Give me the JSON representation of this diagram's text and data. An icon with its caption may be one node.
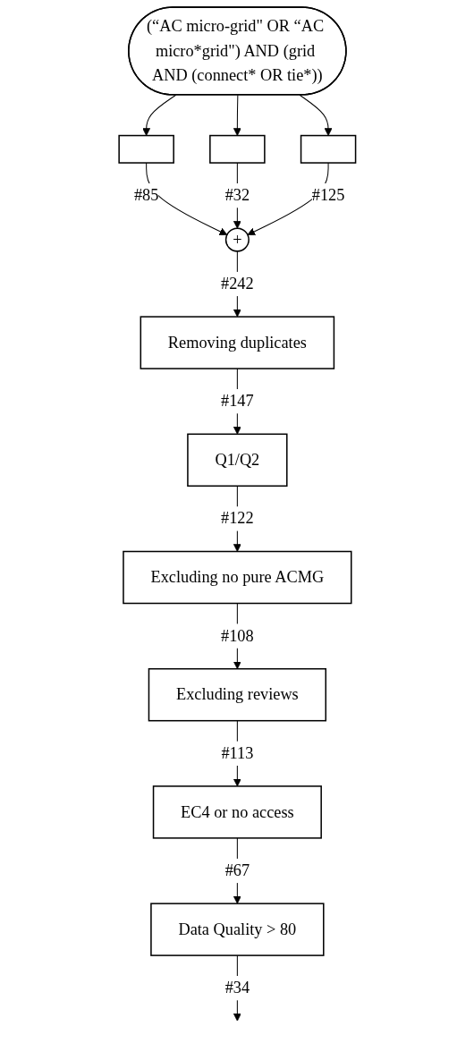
{
  "diagram": {
    "nodes": [
      {
        "text": [
          "(“AC micro-grid\" OR “AC micro*grid\") AND (grid AND (connect* OR tie*))"
        ]
      },
      {
        "text": [],
        "shape": "box"
      },
      {
        "text": [],
        "shape": "box"
      },
      {
        "text": [],
        "shape": "box"
      },
      {
        "text": [
          "+"
        ]
      },
      {
        "text": [
          "Removing duplicates"
        ]
      },
      {
        "text": [
          "Q1/Q2"
        ]
      },
      {
        "text": [
          "Excluding no pure ACMG"
        ]
      },
      {
        "text": [
          "Excluding reviews"
        ]
      },
      {
        "text": [
          "EC4 or no access"
        ]
      },
      {
        "text": [
          "Data Quality > 80"
        ]
      }
    ],
    "edges": [
      {
        "from": 0,
        "to": 1,
        "arrow": "to"
      },
      {
        "from": 0,
        "to": 2,
        "arrow": "to"
      },
      {
        "from": 0,
        "to": 3,
        "arrow": "to"
      },
      {
        "from": 1,
        "to": 4,
        "label": "#85",
        "arrow": "to"
      },
      {
        "from": 2,
        "to": 4,
        "label": "#32",
        "arrow": "to"
      },
      {
        "from": 3,
        "to": 4,
        "label": "#125",
        "arrow": "to"
      },
      {
        "from": 4,
        "to": 5,
        "label": "#242",
        "arrow": "to"
      },
      {
        "from": 5,
        "to": 6,
        "label": "#147",
        "arrow": "to"
      },
      {
        "from": 6,
        "to": 7,
        "label": "#122",
        "arrow": "to"
      },
      {
        "from": 7,
        "to": 8,
        "label": "#108",
        "arrow": "to"
      },
      {
        "from": 8,
        "to": 9,
        "label": "#113",
        "arrow": "to"
      },
      {
        "from": 9,
        "to": 10,
        "label": "#67",
        "arrow": "to"
      },
      {
        "from": 10,
        "to": null,
        "label": "#34",
        "arrow": "to"
      }
    ]
  }
}
